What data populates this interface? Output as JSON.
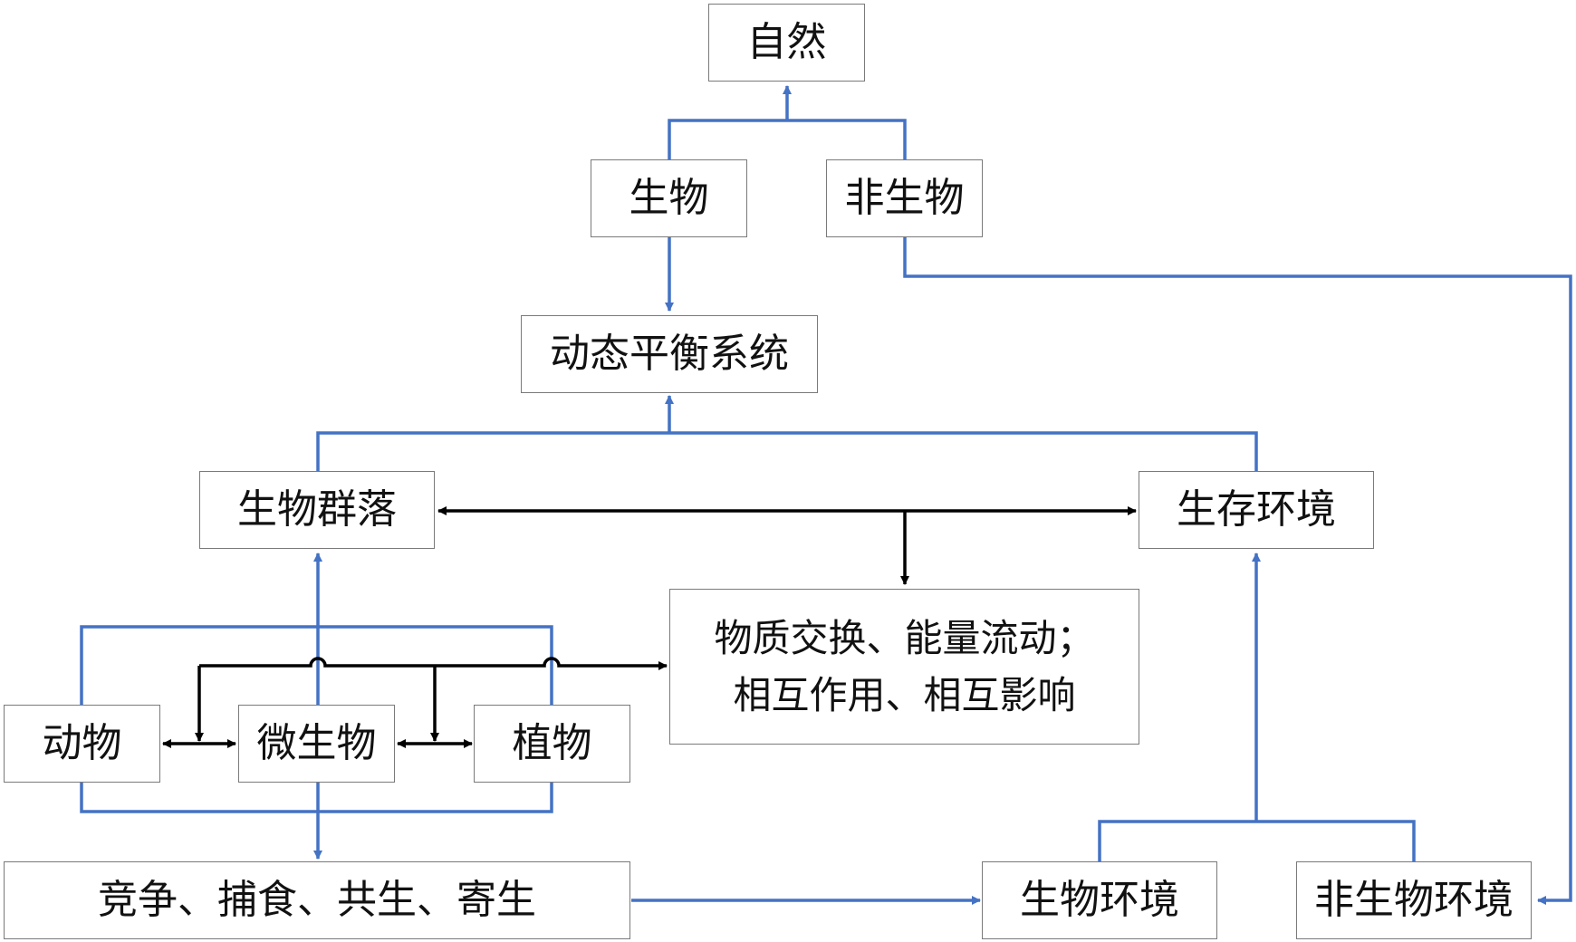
{
  "colors": {
    "blue_arrow": "#4472C4",
    "black_arrow": "#000000",
    "box_border": "#7a7a7a"
  },
  "nodes": {
    "nature": "自然",
    "living": "生物",
    "non_living": "非生物",
    "dynamic_balance": "动态平衡系统",
    "community": "生物群落",
    "living_env": "生存环境",
    "exchange_line1": "物质交换、能量流动；",
    "exchange_line2": "相互作用、相互影响",
    "animal": "动物",
    "microbe": "微生物",
    "plant": "植物",
    "relations": "竞争、捕食、共生、寄生",
    "bio_env": "生物环境",
    "abiotic_env": "非生物环境"
  }
}
